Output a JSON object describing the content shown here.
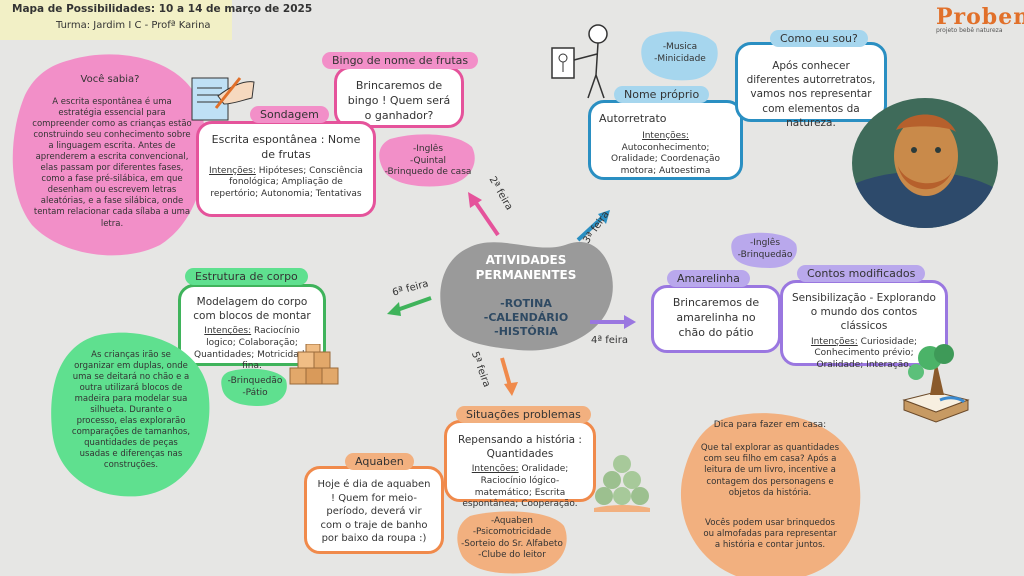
{
  "header": {
    "title": "Mapa de Possibilidades: 10 a 14 de março de 2025",
    "subtitle": "Turma: Jardim I C - Profª Karina"
  },
  "logo": {
    "text": "Proben",
    "tagline": "projeto bebê natureza"
  },
  "center": {
    "title": "ATIVIDADES PERMANENTES",
    "items": [
      "-ROTINA",
      "-CALENDÁRIO",
      "-HISTÓRIA"
    ]
  },
  "day_labels": {
    "segunda": "2ª feira",
    "terca": "3ª feira",
    "quarta": "4ª feira",
    "quinta": "5ª feira",
    "sexta": "6ª feira"
  },
  "voce_sabia": {
    "title": "Você sabia?",
    "text": "A escrita espontânea é uma estratégia essencial para compreender como as crianças estão construindo seu conhecimento sobre a linguagem escrita. Antes de aprenderem a escrita convencional, elas passam por diferentes fases, como a fase pré-silábica, em que desenham ou escrevem letras aleatórias, e a fase silábica, onde tentam relacionar cada sílaba a uma letra."
  },
  "sondagem": {
    "tag": "Sondagem",
    "title": "Escrita espontânea : Nome de frutas",
    "intencoes_label": "Intenções:",
    "intencoes": "Hipóteses; Consciência fonológica; Ampliação de repertório; Autonomia; Tentativas"
  },
  "bingo": {
    "tag": "Bingo de nome de frutas",
    "text": "Brincaremos de bingo ! Quem será o ganhador?"
  },
  "terca_extras": [
    "-Inglês",
    "-Quintal",
    "-Brinquedo de casa"
  ],
  "quarta_music": [
    "-Musica",
    "-Minicidade"
  ],
  "nome_proprio": {
    "tag": "Nome próprio",
    "title": "Autorretrato",
    "intencoes_label": "Intenções:",
    "intencoes": "Autoconhecimento; Oralidade; Coordenação motora; Autoestima"
  },
  "como_eu_sou": {
    "tag": "Como eu sou?",
    "text": "Após conhecer diferentes autorretratos, vamos nos representar com elementos da natureza."
  },
  "amarelinha": {
    "tag": "Amarelinha",
    "text": "Brincaremos de amarelinha no chão do pátio"
  },
  "quarta_extras": [
    "-Inglês",
    "-Brinquedão"
  ],
  "contos": {
    "tag": "Contos modificados",
    "title": "Sensibilização - Explorando o mundo dos contos clássicos",
    "intencoes_label": "Intenções:",
    "intencoes": "Curiosidade; Conhecimento prévio; Oralidade; Interação."
  },
  "estrutura": {
    "tag": "Estrutura de corpo",
    "title": "Modelagem do corpo com blocos de montar",
    "intencoes_label": "Intenções:",
    "intencoes": "Raciocínio logico; Colaboração; Quantidades; Motricidade fina."
  },
  "sexta_extras": [
    "-Brinquedão",
    "-Pátio"
  ],
  "criancas_blob": {
    "text": "As crianças irão se organizar em duplas, onde uma se deitará no chão e a outra utilizará blocos de madeira para modelar sua silhueta. Durante o processo, elas explorarão comparações de tamanhos, quantidades de peças usadas e diferenças nas construções."
  },
  "situacoes": {
    "tag": "Situações problemas",
    "title": "Repensando a história : Quantidades",
    "intencoes_label": "Intenções:",
    "intencoes": "Oralidade; Raciocínio lógico-matemático; Escrita espontânea; Cooperação."
  },
  "aquaben": {
    "tag": "Aquaben",
    "text": "Hoje é dia de aquaben ! Quem for meio-período, deverá vir com o traje de banho por baixo da roupa :)"
  },
  "quinta_extras": [
    "-Aquaben",
    "-Psicomotricidade",
    "-Sorteio do Sr. Alfabeto",
    "-Clube do leitor"
  ],
  "dica": {
    "title": "Dica para fazer em casa:",
    "text1": "Que tal explorar as quantidades com seu filho em casa? Após a leitura de um livro, incentive a contagem dos personagens e objetos da história.",
    "text2": "Vocês podem usar brinquedos ou almofadas para representar a história e contar juntos."
  },
  "colors": {
    "pink": "#e5539b",
    "green": "#3fb35b",
    "blue": "#2a8fc2",
    "purple": "#9a77e0",
    "orange": "#f08a4b",
    "pink_blob": "#f28fc8",
    "green_blob": "#5fe08f",
    "blue_blob": "#a6d6ee",
    "purple_blob": "#b9a8ec",
    "orange_blob": "#f2b07f",
    "center_blob": "#9a9a9a",
    "header_bg": "#f2f0c6"
  },
  "icons": [
    "writing-hand-icon",
    "stick-figure-painter-icon",
    "portrait-photo-icon",
    "wooden-blocks-icon",
    "green-balls-icon",
    "storybook-icon"
  ]
}
